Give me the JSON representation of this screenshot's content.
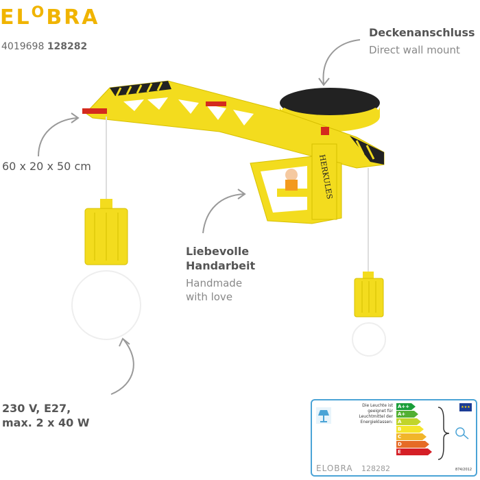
{
  "brand": {
    "logo_left": "EL",
    "logo_o": "O",
    "logo_right": "BRA"
  },
  "codes": {
    "ean": "4019698",
    "article": "128282"
  },
  "mount": {
    "title": "Deckenanschluss",
    "subtitle": "Direct wall mount"
  },
  "dimensions": {
    "text": "60 x 20 x 50 cm"
  },
  "handmade": {
    "title_line1": "Liebevolle",
    "title_line2": "Handarbeit",
    "sub_line1": "Handmade",
    "sub_line2": "with love"
  },
  "power": {
    "line1": "230 V, E27,",
    "line2": "max. 2 x 40 W"
  },
  "product": {
    "name_on_crane": "HERKULES",
    "colors": {
      "yellow": "#f3dc1e",
      "black": "#222222",
      "red": "#d42a1e"
    }
  },
  "energy_label": {
    "text": [
      "Die Leuchte ist",
      "geeignet für",
      "Leuchtmittel der",
      "Energieklassen:"
    ],
    "classes": [
      {
        "label": "A++",
        "color": "#1a9e3a"
      },
      {
        "label": "A+",
        "color": "#52b033"
      },
      {
        "label": "A",
        "color": "#c0d52b"
      },
      {
        "label": "B",
        "color": "#f5e52b"
      },
      {
        "label": "C",
        "color": "#f1b52b"
      },
      {
        "label": "D",
        "color": "#e66b25"
      },
      {
        "label": "E",
        "color": "#d51f26"
      }
    ],
    "regulation": "874/2012",
    "brand": "ELOBRA",
    "code": "128282"
  }
}
